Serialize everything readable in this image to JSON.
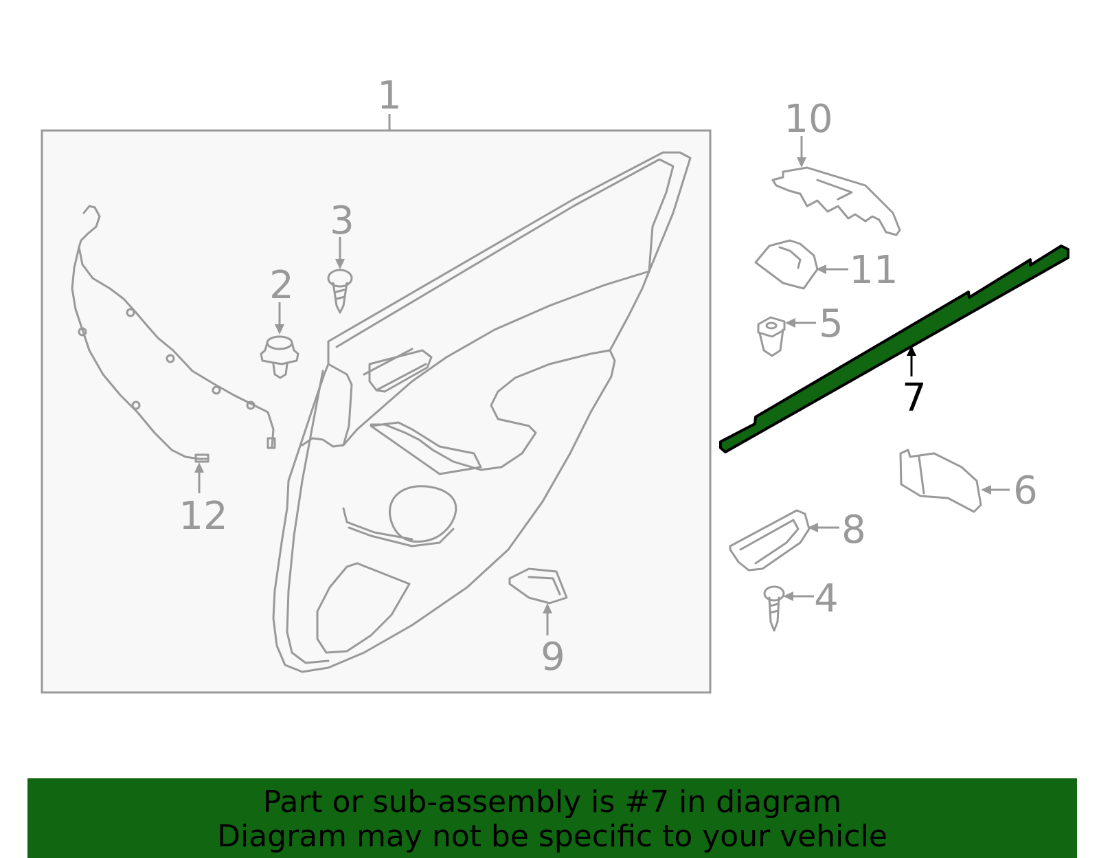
{
  "diagram": {
    "callouts": [
      "1",
      "2",
      "3",
      "4",
      "5",
      "6",
      "7",
      "8",
      "9",
      "10",
      "11",
      "12"
    ],
    "highlighted_part": "7",
    "colors": {
      "highlight_fill": "#116611",
      "line_art": "#999999",
      "panel_background": "#f8f8f8",
      "banner_background": "#116611"
    }
  },
  "banner": {
    "line1": "Part or sub-assembly is #7 in diagram",
    "line2": "Diagram may not be specific to your vehicle"
  }
}
